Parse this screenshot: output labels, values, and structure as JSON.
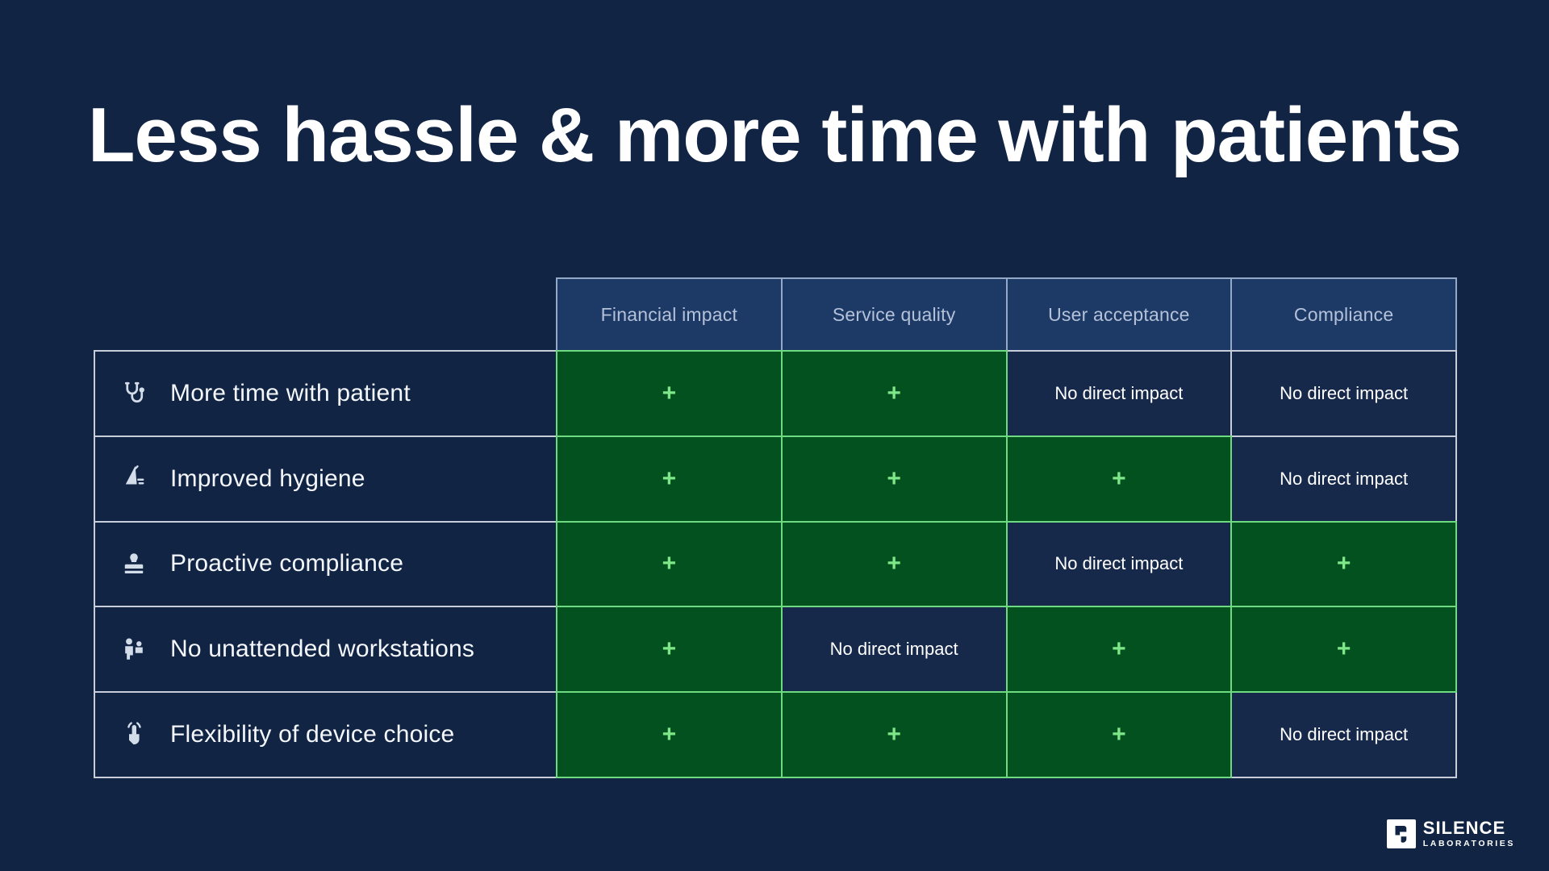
{
  "title": "Less hassle & more time with patients",
  "table": {
    "column_headers": [
      "Financial impact",
      "Service quality",
      "User acceptance",
      "Compliance"
    ],
    "positive_symbol": "+",
    "no_impact_label": "No direct impact",
    "rows": [
      {
        "icon": "stethoscope-icon",
        "label": "More time with patient",
        "cells": [
          "plus",
          "plus",
          "none",
          "none"
        ]
      },
      {
        "icon": "hygiene-brush-icon",
        "label": "Improved hygiene",
        "cells": [
          "plus",
          "plus",
          "plus",
          "none"
        ]
      },
      {
        "icon": "stamp-icon",
        "label": "Proactive compliance",
        "cells": [
          "plus",
          "plus",
          "none",
          "plus"
        ]
      },
      {
        "icon": "users-icon",
        "label": "No unattended workstations",
        "cells": [
          "plus",
          "none",
          "plus",
          "plus"
        ]
      },
      {
        "icon": "tap-icon",
        "label": "Flexibility of device choice",
        "cells": [
          "plus",
          "plus",
          "plus",
          "none"
        ]
      }
    ]
  },
  "logo": {
    "name": "SILENCE",
    "subname": "LABORATORIES"
  },
  "colors": {
    "background": "#112444",
    "header_bg": "#1d3a67",
    "header_border": "#94a8c7",
    "header_text": "#b4c1d9",
    "dark_cell_bg": "#16294b",
    "dark_cell_border": "#c7ced9",
    "green_cell_bg": "#045120",
    "green_cell_border": "#6fdb81",
    "plus_text": "#7ee788",
    "title_text": "#ffffff"
  }
}
